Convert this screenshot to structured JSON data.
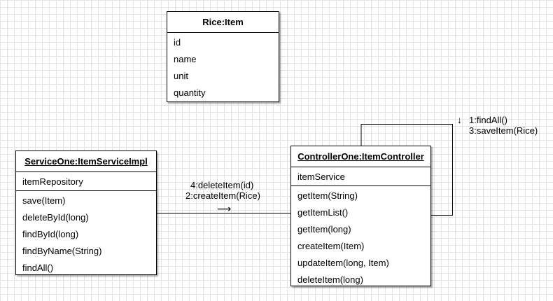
{
  "rice_item": {
    "title": "Rice:Item",
    "attributes": [
      "id",
      "name",
      "unit",
      "quantity"
    ]
  },
  "service_one": {
    "title": "ServiceOne:ItemServiceImpl",
    "attributes": [
      "itemRepository"
    ],
    "operations": [
      "save(Item)",
      "deleteById(long)",
      "findById(long)",
      "findByName(String)",
      "findAll()"
    ]
  },
  "controller_one": {
    "title": "ControllerOne:ItemController",
    "attributes": [
      "itemService"
    ],
    "operations": [
      "getItem(String)",
      "getItemList()",
      "getItem(long)",
      "createItem(Item)",
      "updateItem(long, Item)",
      "deleteItem(long)"
    ]
  },
  "messages": {
    "service_link": {
      "line1": "4:deleteItem(id)",
      "line2": "2:createItem(Rice)",
      "arrow": "⟶"
    },
    "self_link": {
      "arrow": "↓",
      "line1": "1:findAll()",
      "line2": "3:saveItem(Rice)"
    }
  }
}
